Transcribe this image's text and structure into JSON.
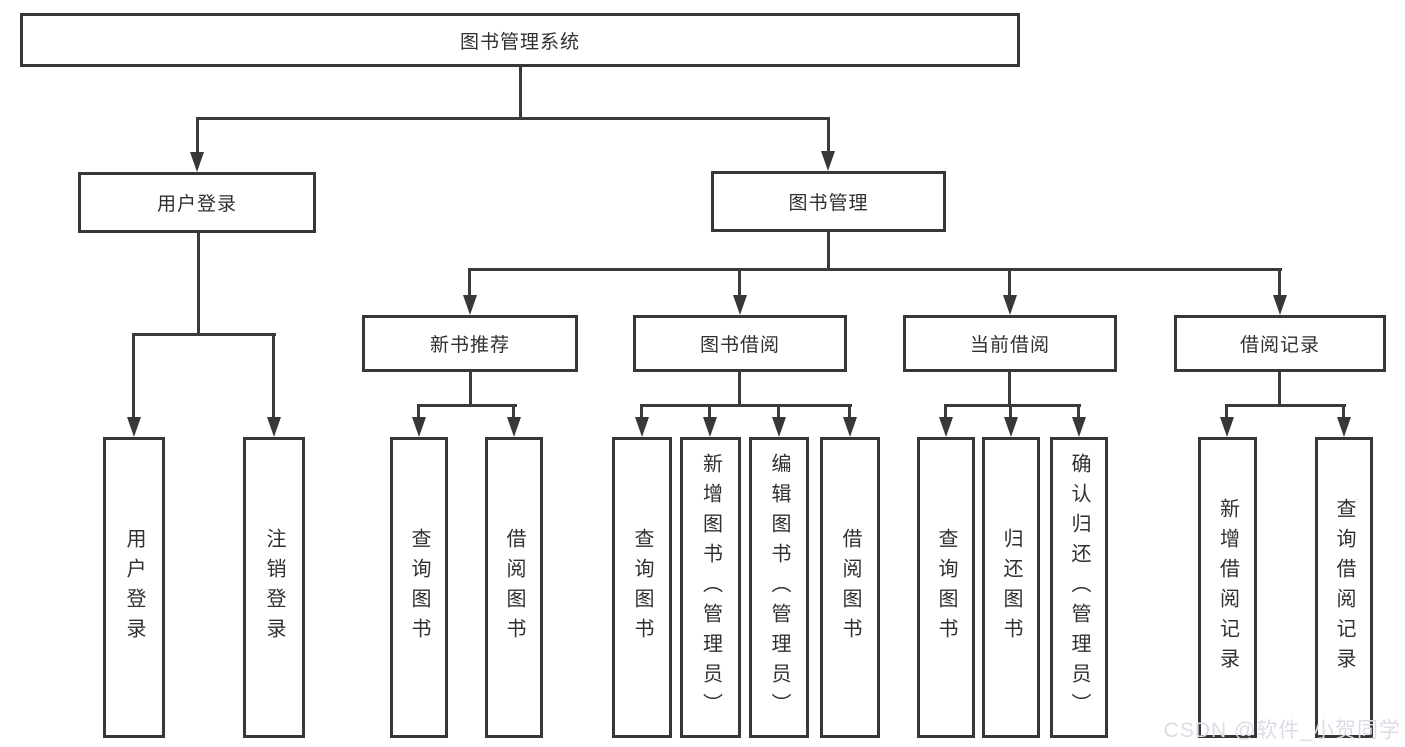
{
  "tree": {
    "label": "图书管理系统",
    "children": [
      {
        "label": "用户登录",
        "children": [
          {
            "label": "用户登录"
          },
          {
            "label": "注销登录"
          }
        ]
      },
      {
        "label": "图书管理",
        "children": [
          {
            "label": "新书推荐",
            "children": [
              {
                "label": "查询图书"
              },
              {
                "label": "借阅图书"
              }
            ]
          },
          {
            "label": "图书借阅",
            "children": [
              {
                "label": "查询图书"
              },
              {
                "label": "新增图书（管理员）"
              },
              {
                "label": "编辑图书（管理员）"
              },
              {
                "label": "借阅图书"
              }
            ]
          },
          {
            "label": "当前借阅",
            "children": [
              {
                "label": "查询图书"
              },
              {
                "label": "归还图书"
              },
              {
                "label": "确认归还（管理员）"
              }
            ]
          },
          {
            "label": "借阅记录",
            "children": [
              {
                "label": "新增借阅记录"
              },
              {
                "label": "查询借阅记录"
              }
            ]
          }
        ]
      }
    ]
  },
  "watermark": {
    "text": "CSDN @软件_小贺同学"
  },
  "colors": {
    "background": "#ffffff",
    "line": "#3a3a3a",
    "box_border": "#373737",
    "text": "#303030",
    "watermark": "#dbdce6"
  }
}
